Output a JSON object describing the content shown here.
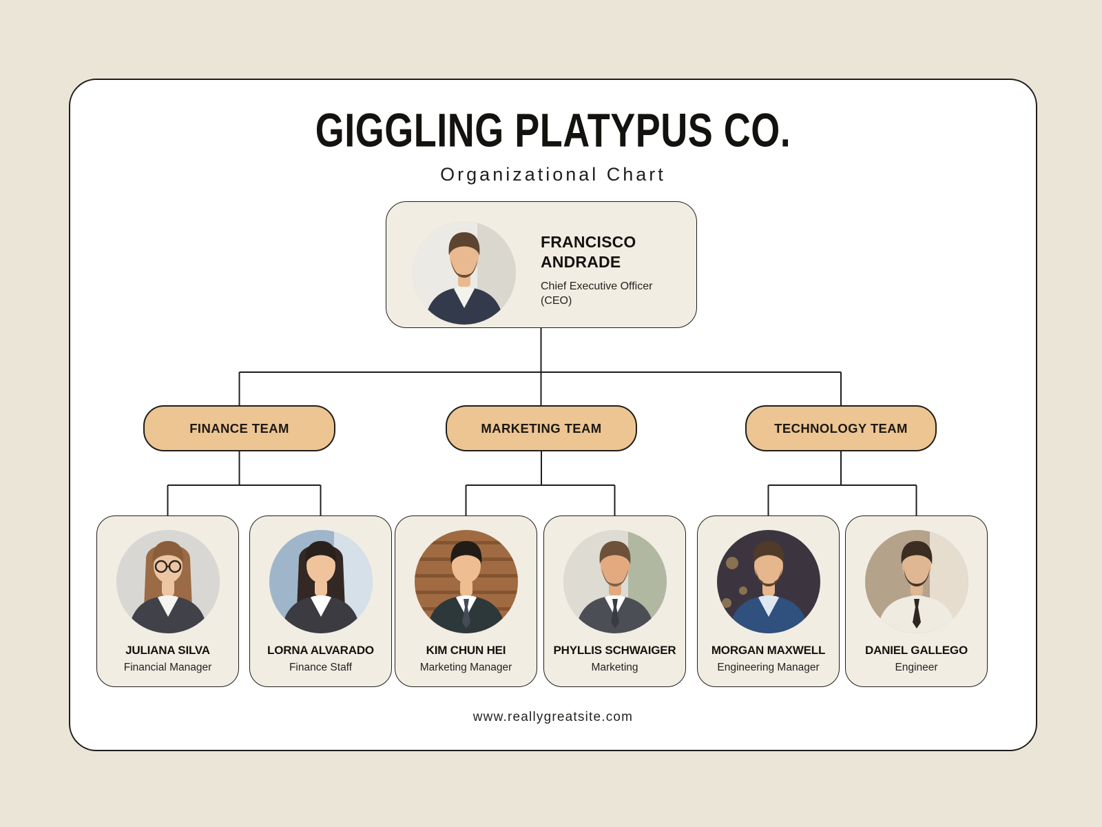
{
  "page": {
    "company": "GIGGLING PLATYPUS CO.",
    "subtitle": "Organizational Chart",
    "footer_url": "www.reallygreatsite.com"
  },
  "colors": {
    "page_background": "#EAE5D7",
    "board_background": "#FFFFFF",
    "node_background": "#F1EDE3",
    "team_pill_background": "#ECC592",
    "line_and_border": "#1F1D1A",
    "text": "#14120F"
  },
  "ceo": {
    "name": "FRANCISCO ANDRADE",
    "role": "Chief Executive Officer (CEO)",
    "avatar": {
      "bg": "#ECEAE5",
      "bg2": "none",
      "panel": "#D7D3CB",
      "bokeh": "none",
      "hairback": "none",
      "skin": "#E9B98F",
      "beard": "#6A4C33",
      "hair": "#5D4430",
      "suit": "#333A4C",
      "shirt": "#F4F2ED",
      "tie": "none",
      "glasses": "none"
    }
  },
  "teams": [
    {
      "label": "FINANCE TEAM",
      "members": [
        {
          "name": "JULIANA SILVA",
          "role": "Financial Manager",
          "avatar": {
            "bg": "#D8D7D3",
            "bg2": "none",
            "panel": "none",
            "bokeh": "none",
            "hairback": "#9A6B45",
            "skin": "#EEC5A2",
            "beard": "none",
            "hair": "#8A5E3B",
            "suit": "#41414A",
            "shirt": "#F6F4F0",
            "tie": "none",
            "glasses": "#2C2722"
          }
        },
        {
          "name": "LORNA ALVARADO",
          "role": "Finance Staff",
          "avatar": {
            "bg": "#9FB6CA",
            "bg2": "none",
            "panel": "#DFE8EE",
            "bokeh": "none",
            "hairback": "#332823",
            "skin": "#EFC49D",
            "beard": "none",
            "hair": "#2A211C",
            "suit": "#3B3B41",
            "shirt": "#FFFFFF",
            "tie": "none",
            "glasses": "none"
          }
        }
      ]
    },
    {
      "label": "MARKETING TEAM",
      "members": [
        {
          "name": "KIM CHUN HEI",
          "role": "Marketing Manager",
          "avatar": {
            "bg": "#A06B42",
            "bg2": "#835430",
            "panel": "none",
            "bokeh": "none",
            "hairback": "none",
            "skin": "#EEBD92",
            "beard": "none",
            "hair": "#221C17",
            "suit": "#2D383B",
            "shirt": "#FFFFFF",
            "tie": "#434C57",
            "glasses": "none"
          }
        },
        {
          "name": "PHYLLIS SCHWAIGER",
          "role": "Marketing",
          "avatar": {
            "bg": "#DDDBD2",
            "bg2": "none",
            "panel": "#A9B29A",
            "bokeh": "none",
            "hairback": "none",
            "skin": "#E3AA80",
            "beard": "#7D6248",
            "hair": "#6D5139",
            "suit": "#4B4F55",
            "shirt": "#FFFFFF",
            "tie": "#3A3C42",
            "glasses": "none"
          }
        }
      ]
    },
    {
      "label": "TECHNOLOGY TEAM",
      "members": [
        {
          "name": "MORGAN MAXWELL",
          "role": "Engineering Manager",
          "avatar": {
            "bg": "#3C3540",
            "bg2": "none",
            "panel": "none",
            "bokeh": "#D8AE62",
            "hairback": "none",
            "skin": "#E6B68C",
            "beard": "#5D4430",
            "hair": "#503A28",
            "suit": "#30507E",
            "shirt": "#DFE8F0",
            "tie": "none",
            "glasses": "none"
          }
        },
        {
          "name": "DANIEL GALLEGO",
          "role": "Engineer",
          "avatar": {
            "bg": "#B5A28B",
            "bg2": "none",
            "panel": "#EFE8DA",
            "bokeh": "none",
            "hairback": "none",
            "skin": "#DFB793",
            "beard": "#46352A",
            "hair": "#3C2D22",
            "suit": "#EFEBE0",
            "shirt": "#EFEBE0",
            "tie": "#2E2721",
            "glasses": "none"
          }
        }
      ]
    }
  ]
}
